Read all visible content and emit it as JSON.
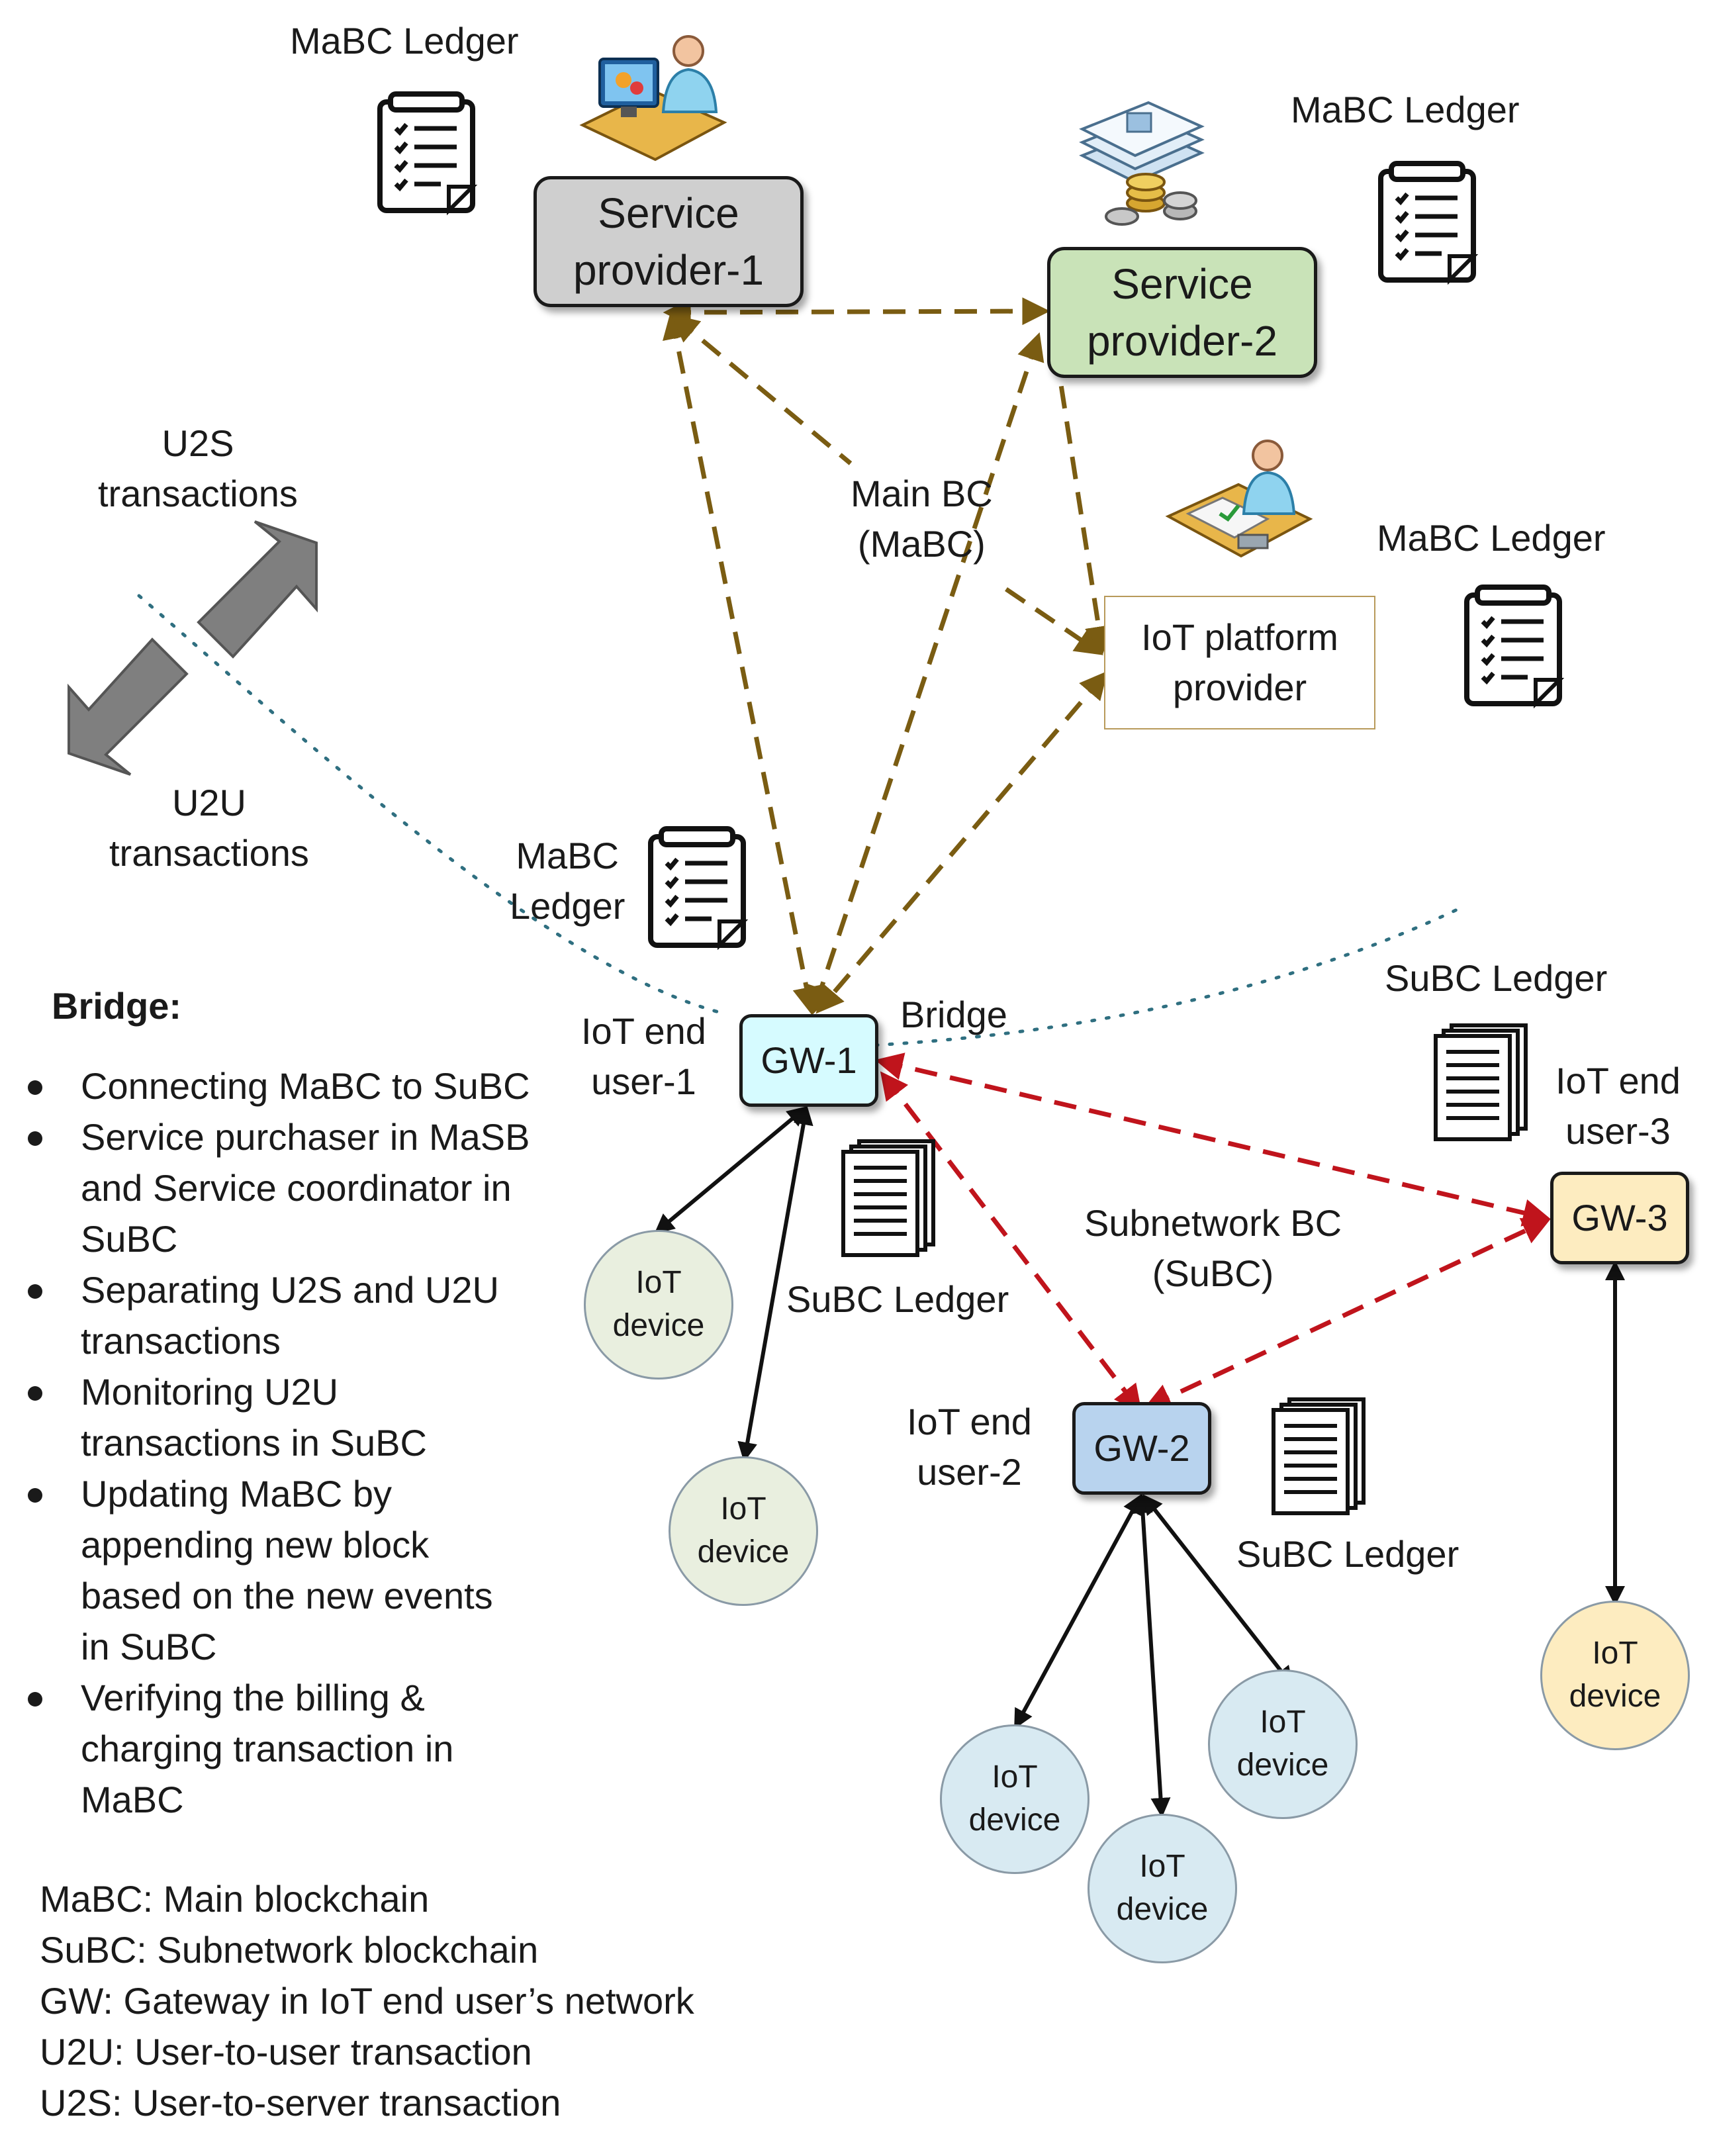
{
  "labels": {
    "mabc_ledger_1": "MaBC Ledger",
    "mabc_ledger_2": "MaBC Ledger",
    "mabc_ledger_3": "MaBC Ledger",
    "mabc_ledger_4": "MaBC\nLedger",
    "subc_ledger_1": "SuBC Ledger",
    "subc_ledger_2": "SuBC Ledger",
    "subc_ledger_3": "SuBC Ledger",
    "u2s": "U2S\ntransactions",
    "u2u": "U2U\ntransactions",
    "main_bc": "Main BC\n(MaBC)",
    "subnetwork_bc": "Subnetwork BC\n(SuBC)",
    "bridge": "Bridge",
    "end_user_1": "IoT end\nuser-1",
    "end_user_2": "IoT end\nuser-2",
    "end_user_3": "IoT end\nuser-3"
  },
  "nodes": {
    "sp1": "Service\nprovider-1",
    "sp2": "Service\nprovider-2",
    "iot_platform": "IoT platform\nprovider",
    "gw1": "GW-1",
    "gw2": "GW-2",
    "gw3": "GW-3"
  },
  "devices": {
    "gw1_a": "IoT\ndevice",
    "gw1_b": "IoT\ndevice",
    "gw2_a": "IoT\ndevice",
    "gw2_b": "IoT\ndevice",
    "gw2_c": "IoT\ndevice",
    "gw3_a": "IoT\ndevice"
  },
  "bridge_panel": {
    "title": "Bridge:",
    "items": [
      "Connecting MaBC to SuBC",
      "Service purchaser in MaSB\nand Service coordinator in\nSuBC",
      "Separating U2S and U2U\ntransactions",
      "Monitoring U2U\ntransactions in SuBC",
      "Updating MaBC by\nappending new block\nbased on the new events\nin SuBC",
      "Verifying the billing &\ncharging transaction in\nMaBC"
    ]
  },
  "legend": [
    "MaBC: Main blockchain",
    "SuBC: Subnetwork blockchain",
    "GW: Gateway in IoT end user’s network",
    "U2U: User-to-user transaction",
    "U2S: User-to-server transaction"
  ],
  "colors": {
    "mabc_link": "#7a5c12",
    "subc_link": "#c0141c",
    "device_link": "#111111",
    "divider": "#2f6f80",
    "sp1_fill": "#cfcfcf",
    "sp2_fill": "#c9e3b8",
    "gw1_fill": "#d6fbff",
    "gw2_fill": "#b8d3ee",
    "gw3_fill": "#fdecc0",
    "dev_gw1_fill": "#e9efdf",
    "dev_gw2_fill": "#d8eaf2",
    "dev_gw3_fill": "#fdecc0",
    "arrow_gray": "#7f7f7f"
  }
}
